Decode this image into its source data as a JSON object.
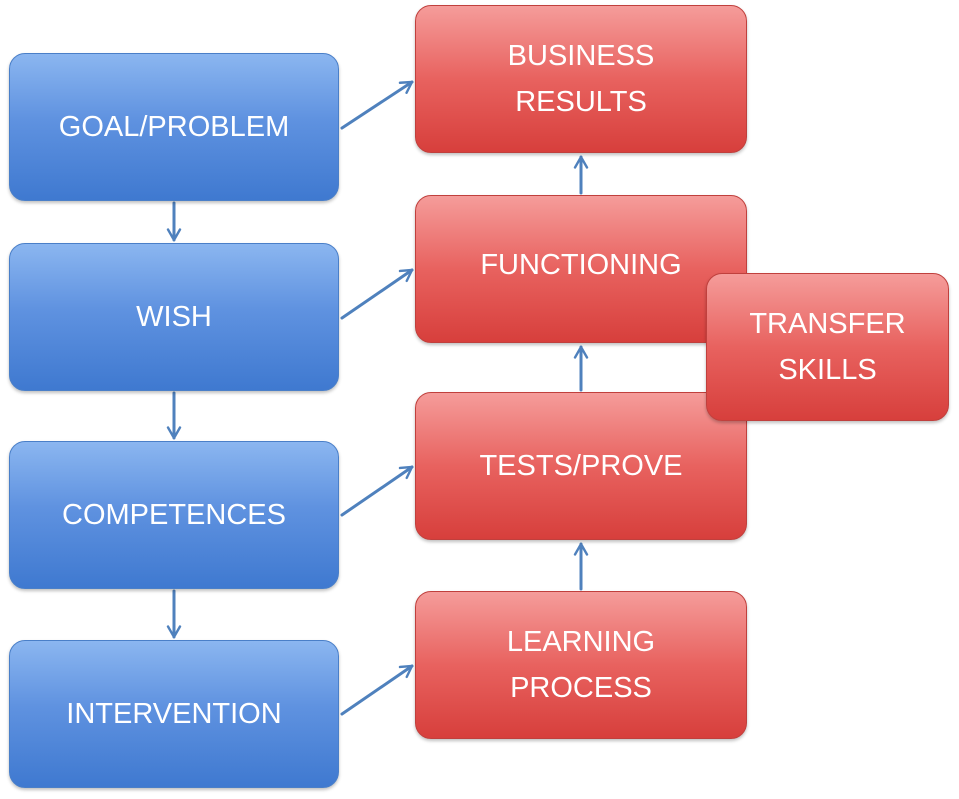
{
  "left_column": {
    "goal": "GOAL/PROBLEM",
    "wish": "WISH",
    "competences": "COMPETENCES",
    "intervention": "INTERVENTION"
  },
  "right_column": {
    "business_results": "BUSINESS RESULTS",
    "functioning": "FUNCTIONING",
    "tests": "TESTS/PROVE",
    "learning": "LEARNING PROCESS"
  },
  "side": {
    "transfer": "TRANSFER SKILLS"
  },
  "colors": {
    "blue_box": "#4f86d8",
    "red_box": "#e05553",
    "arrow": "#4f81bd",
    "text": "#ffffff"
  }
}
